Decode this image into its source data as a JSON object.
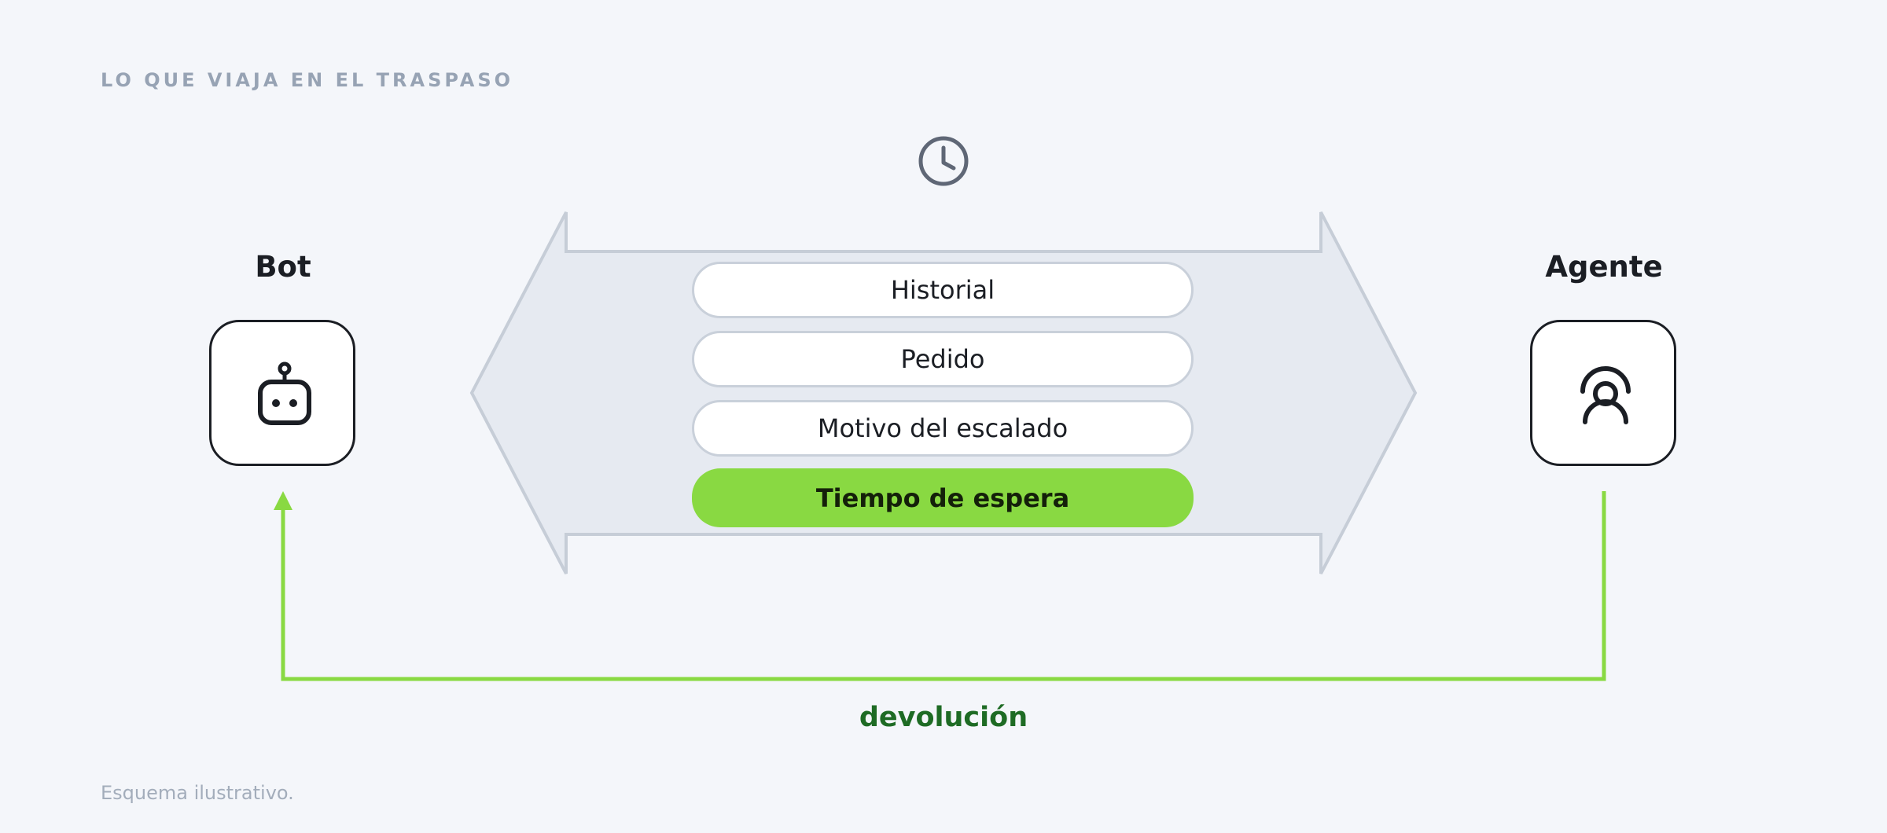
{
  "heading": "LO QUE VIAJA EN EL TRASPASO",
  "timer_icon": "clock-icon",
  "bot": {
    "label": "Bot",
    "icon": "robot-icon"
  },
  "agent": {
    "label": "Agente",
    "icon": "headset-agent-icon"
  },
  "items": [
    {
      "label": "Historial",
      "highlighted": false
    },
    {
      "label": "Pedido",
      "highlighted": false
    },
    {
      "label": "Motivo del escalado",
      "highlighted": false
    },
    {
      "label": "Tiempo de espera",
      "highlighted": true
    }
  ],
  "return_label": "devolución",
  "footnote": "Esquema ilustrativo.",
  "colors": {
    "background": "#f4f6fa",
    "accent_green": "#89d942",
    "return_text": "#1e6b24",
    "band_fill": "#e6eaf1",
    "band_stroke": "#c6cdd7",
    "ink": "#1b1e24"
  }
}
